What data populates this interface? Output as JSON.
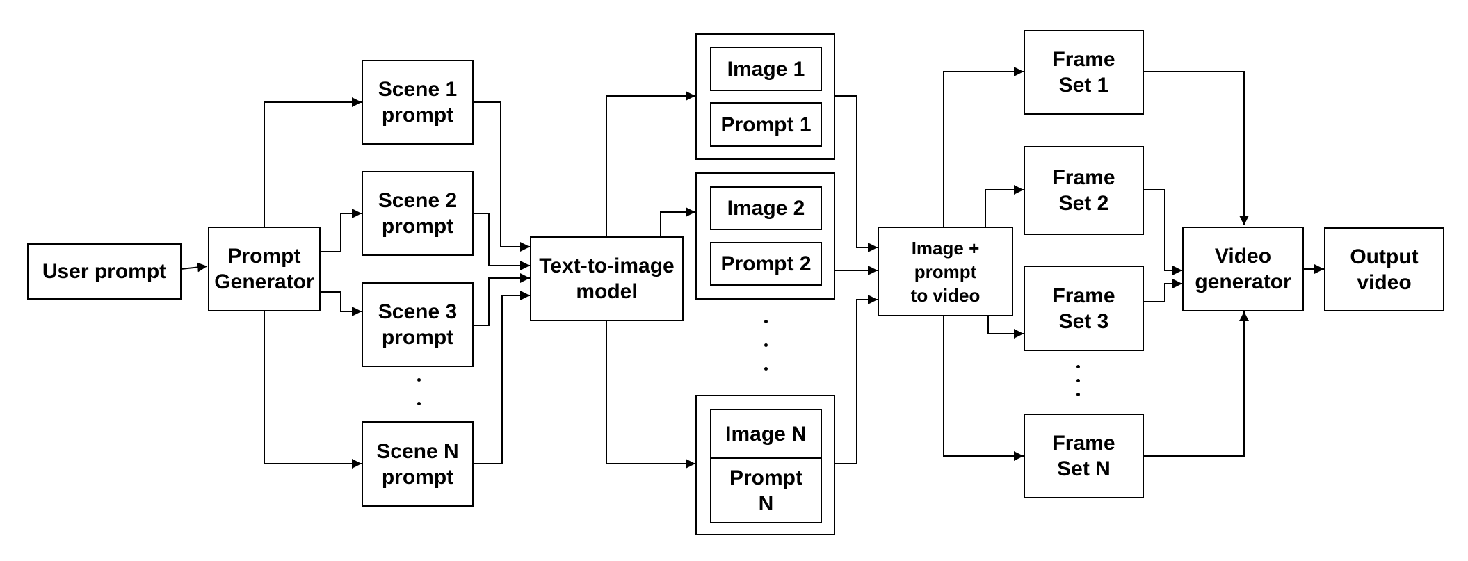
{
  "diagram": {
    "user_prompt": "User prompt",
    "prompt_generator": "Prompt\nGenerator",
    "scenes": [
      "Scene 1\nprompt",
      "Scene 2\nprompt",
      "Scene 3\nprompt",
      "Scene N\nprompt"
    ],
    "text_to_image": "Text-to-image\nmodel",
    "images": [
      "Image 1",
      "Image 2",
      "Image N"
    ],
    "prompts": [
      "Prompt 1",
      "Prompt 2",
      "Prompt\nN"
    ],
    "image_prompt_to_video": "Image +\nprompt\nto video",
    "frame_sets": [
      "Frame\nSet 1",
      "Frame\nSet 2",
      "Frame\nSet 3",
      "Frame\nSet N"
    ],
    "video_generator": "Video\ngenerator",
    "output_video": "Output\nvideo"
  }
}
